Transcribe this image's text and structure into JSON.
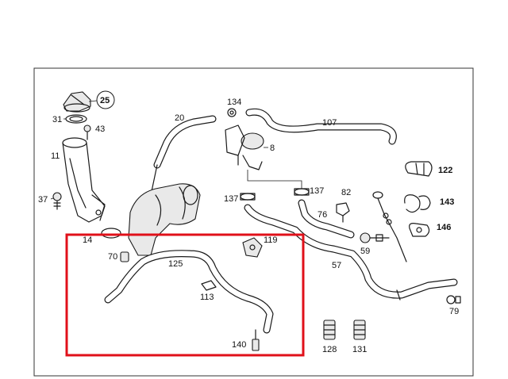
{
  "diagram": {
    "labels": {
      "p25": "25",
      "p31": "31",
      "p43": "43",
      "p11": "11",
      "p37": "37",
      "p14": "14",
      "p70": "70",
      "p20": "20",
      "p134": "134",
      "p107": "107",
      "p8": "8",
      "p122": "122",
      "p143": "143",
      "p146": "146",
      "p137a": "137",
      "p137b": "137",
      "p82": "82",
      "p76": "76",
      "p119": "119",
      "p125": "125",
      "p113": "113",
      "p57": "57",
      "p59": "59",
      "p79": "79",
      "p140": "140",
      "p128": "128",
      "p131": "131"
    },
    "highlight_color": "#e0101a",
    "line_color": "#1a1a1a"
  }
}
